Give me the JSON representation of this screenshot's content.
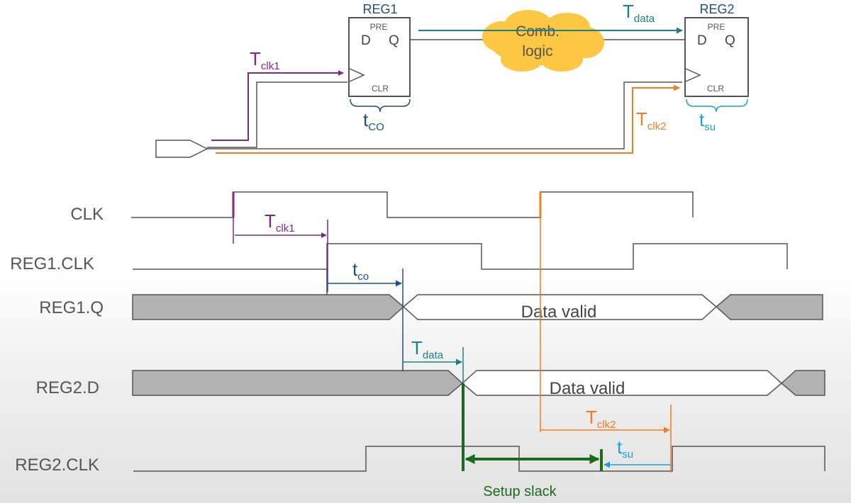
{
  "colors": {
    "purple": "#7b2a80",
    "teal": "#1f7f86",
    "orange": "#ef7d22",
    "navy": "#1f4f82",
    "cyan": "#1aa0d8",
    "green": "#1a6b1a",
    "gray_line": "#555555",
    "bus_fill": "#b2b2b2",
    "cloud": "#fcc742"
  },
  "circuit": {
    "reg1": {
      "title": "REG1",
      "pre": "PRE",
      "d": "D",
      "q": "Q",
      "clr": "CLR"
    },
    "reg2": {
      "title": "REG2",
      "pre": "PRE",
      "d": "D",
      "q": "Q",
      "clr": "CLR"
    },
    "comb_logic": {
      "line1": "Comb.",
      "line2": "logic"
    },
    "labels": {
      "tclk1": {
        "main": "T",
        "sub": "clk1"
      },
      "tdata": {
        "main": "T",
        "sub": "data"
      },
      "tco": {
        "main": "t",
        "sub": "CO"
      },
      "tclk2": {
        "main": "T",
        "sub": "clk2"
      },
      "tsu": {
        "main": "t",
        "sub": "su"
      }
    }
  },
  "timing": {
    "signals": {
      "clk": "CLK",
      "reg1_clk": "REG1.CLK",
      "reg1_q": "REG1.Q",
      "reg2_d": "REG2.D",
      "reg2_clk": "REG2.CLK"
    },
    "bus_labels": {
      "reg1_q": "Data valid",
      "reg2_d": "Data valid"
    },
    "annotations": {
      "tclk1": {
        "main": "T",
        "sub": "clk1"
      },
      "tco": {
        "main": "t",
        "sub": "co"
      },
      "tdata": {
        "main": "T",
        "sub": "data"
      },
      "tclk2": {
        "main": "T",
        "sub": "clk2"
      },
      "tsu": {
        "main": "t",
        "sub": "su"
      }
    },
    "setup_slack": "Setup slack"
  }
}
